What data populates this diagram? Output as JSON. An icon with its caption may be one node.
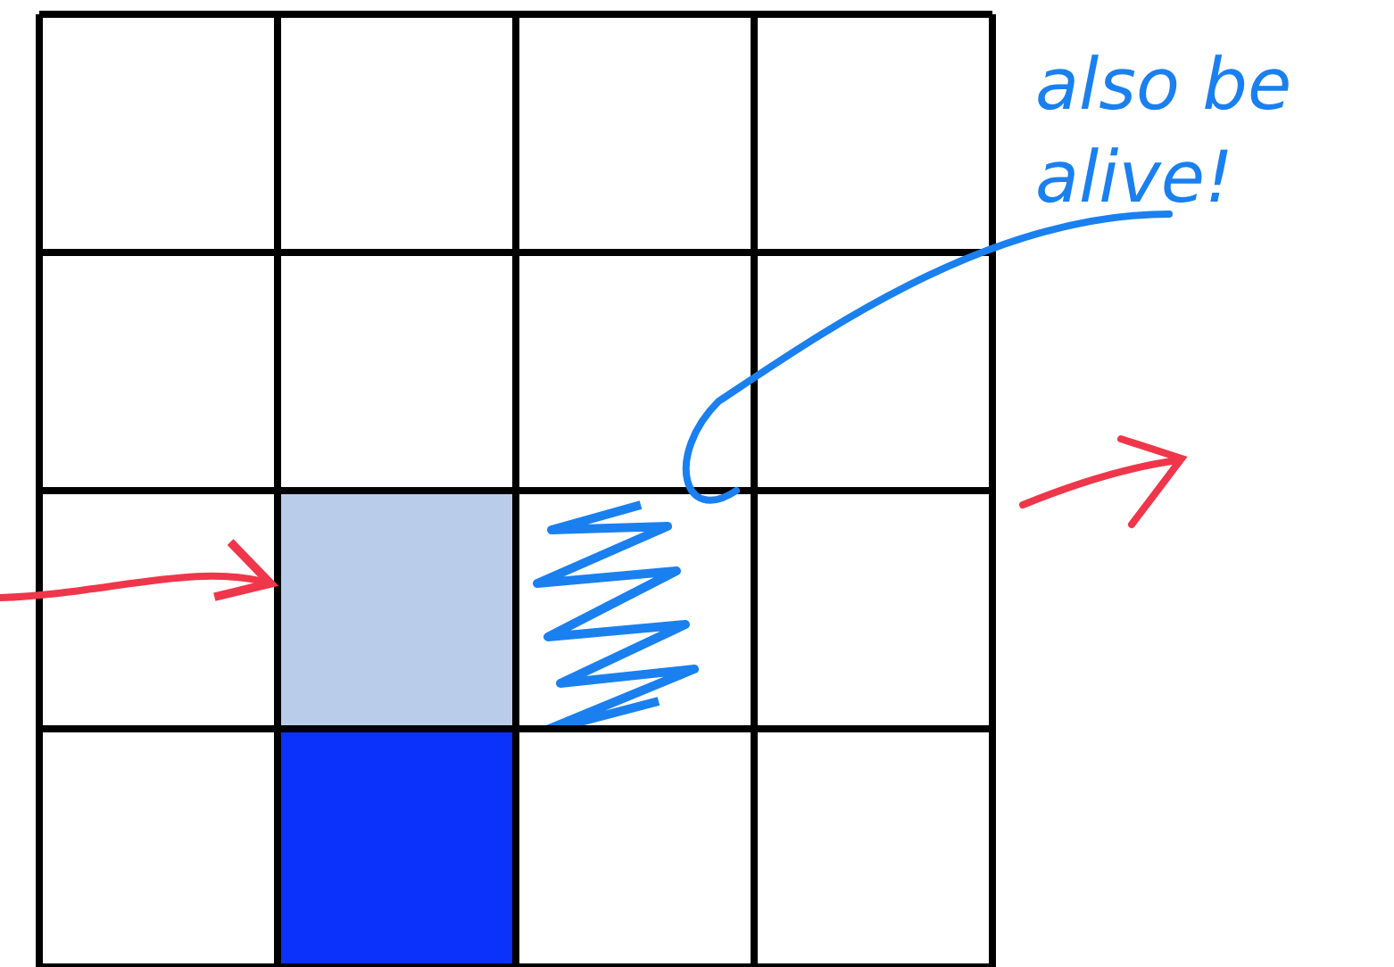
{
  "diagram": {
    "nodes": [
      {
        "text": [
          "also be alive!"
        ]
      },
      {
        "text": [],
        "shape": "box"
      },
      {
        "text": [],
        "shape": "box"
      },
      {
        "text": [],
        "shape": "box"
      }
    ],
    "edges": [
      {
        "from": null,
        "to": 1,
        "arrow": "to",
        "color": "#f0364a"
      },
      {
        "from": 0,
        "to": 3,
        "arrow": "none",
        "color": "#1a80f0"
      }
    ]
  }
}
